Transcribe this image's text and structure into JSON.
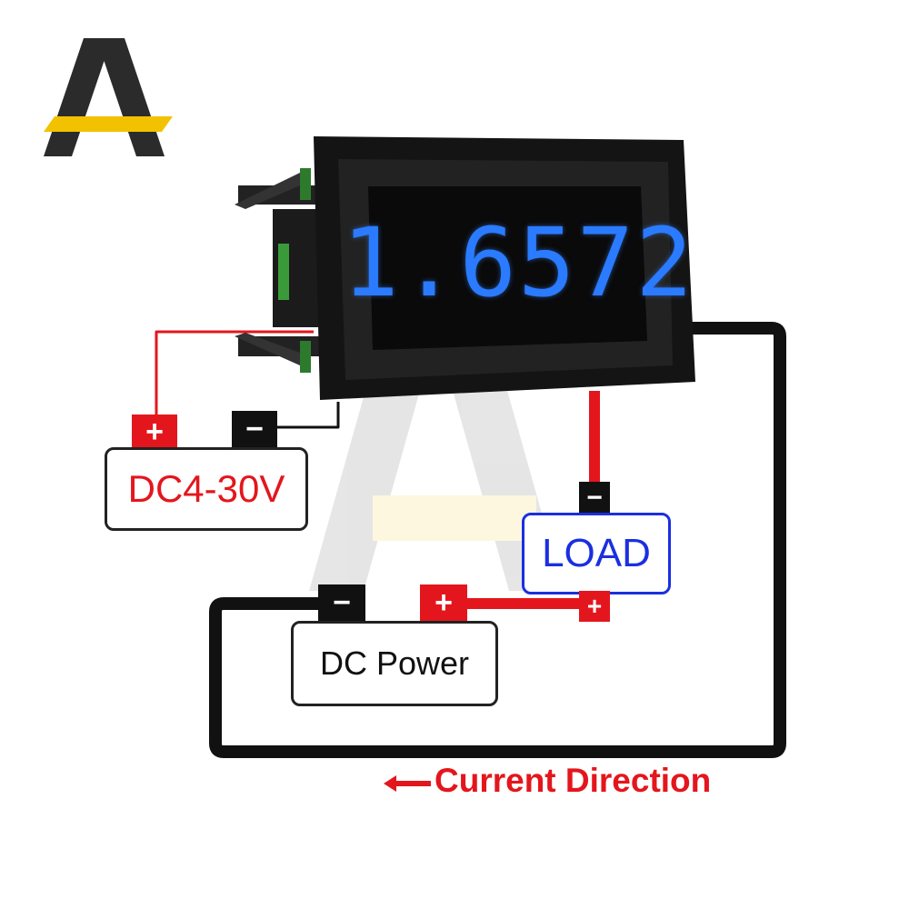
{
  "display": {
    "reading": "1.6572",
    "digit_color": "#2a7bff"
  },
  "supply": {
    "label": "DC4-30V",
    "label_color": "#e4161d",
    "pos_symbol": "+",
    "neg_symbol": "−"
  },
  "load": {
    "label": "LOAD",
    "label_color": "#1b2fe0",
    "neg_symbol": "−",
    "pos_symbol": "+"
  },
  "power": {
    "label": "DC Power",
    "label_color": "#111111",
    "neg_symbol": "−",
    "pos_symbol": "+"
  },
  "caption": {
    "text": "Current Direction",
    "arrow": "arrow-left-icon",
    "color": "#e4161d"
  },
  "colors": {
    "wire_red": "#e4161d",
    "wire_black": "#111111",
    "logo_gold": "#f2c200",
    "logo_dark": "#2b2b2b"
  }
}
